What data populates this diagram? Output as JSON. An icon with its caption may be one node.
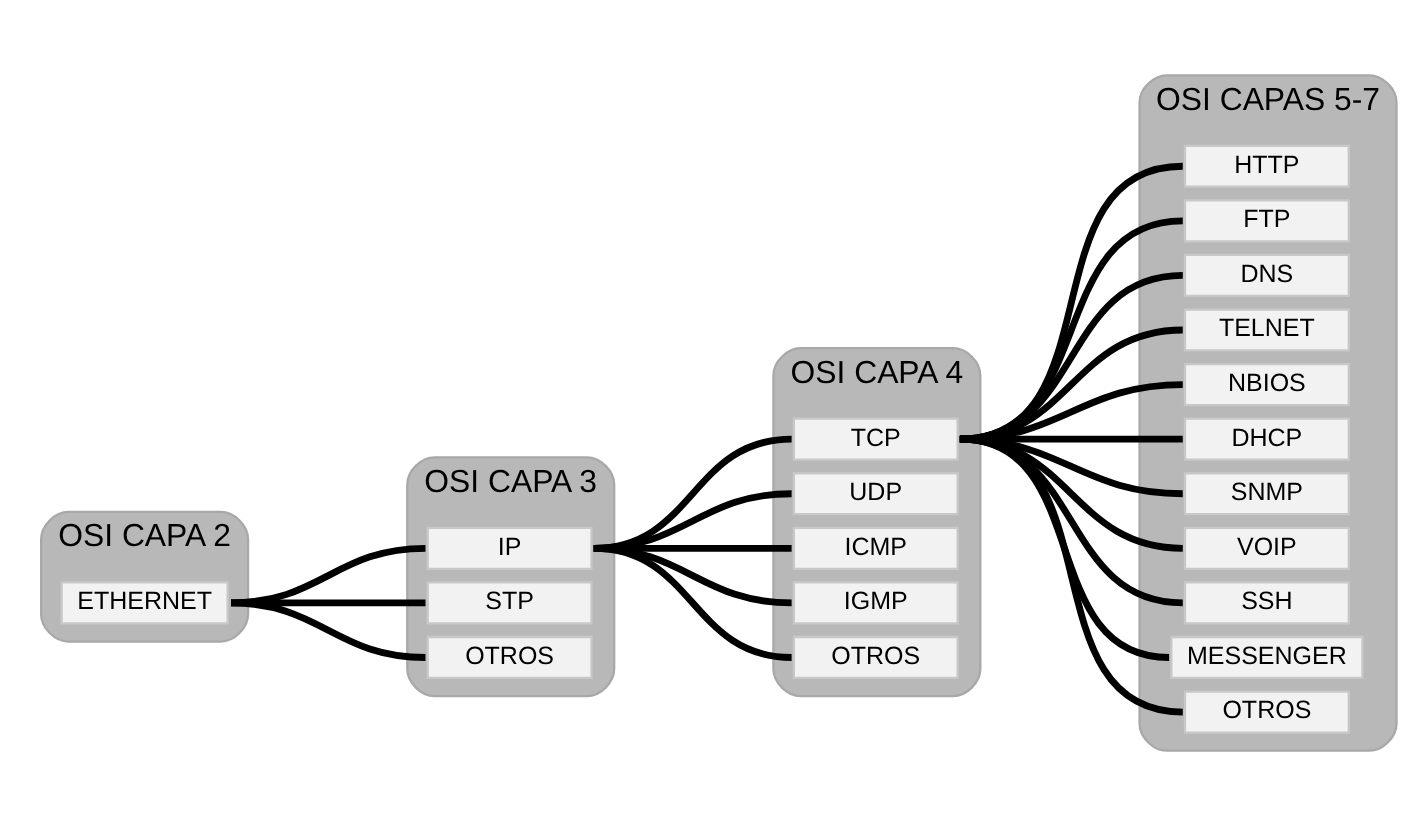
{
  "diagram": {
    "nodes": [
      {
        "text": [
          "OSI CAPA 2"
        ]
      },
      {
        "text": [
          "ETHERNET"
        ],
        "in": 0
      },
      {
        "text": [
          "OSI CAPA 3"
        ]
      },
      {
        "text": [
          "IP"
        ],
        "in": 2
      },
      {
        "text": [
          "STP"
        ],
        "in": 2
      },
      {
        "text": [
          "OTROS"
        ],
        "in": 2
      },
      {
        "text": [
          "OSI CAPA 4"
        ]
      },
      {
        "text": [
          "TCP"
        ],
        "in": 6
      },
      {
        "text": [
          "UDP"
        ],
        "in": 6
      },
      {
        "text": [
          "ICMP"
        ],
        "in": 6
      },
      {
        "text": [
          "IGMP"
        ],
        "in": 6
      },
      {
        "text": [
          "OTROS"
        ],
        "in": 6
      },
      {
        "text": [
          "OSI CAPAS 5-7"
        ]
      },
      {
        "text": [
          "HTTP"
        ],
        "in": 12
      },
      {
        "text": [
          "FTP"
        ],
        "in": 12
      },
      {
        "text": [
          "DNS"
        ],
        "in": 12
      },
      {
        "text": [
          "TELNET"
        ],
        "in": 12
      },
      {
        "text": [
          "NBIOS"
        ],
        "in": 12
      },
      {
        "text": [
          "DHCP"
        ],
        "in": 12
      },
      {
        "text": [
          "SNMP"
        ],
        "in": 12
      },
      {
        "text": [
          "VOIP"
        ],
        "in": 12
      },
      {
        "text": [
          "SSH"
        ],
        "in": 12
      },
      {
        "text": [
          "MESSENGER"
        ],
        "in": 12
      },
      {
        "text": [
          "OTROS"
        ],
        "in": 12
      }
    ],
    "edges": [
      {
        "from": 1,
        "to": 3,
        "arrow": "none"
      },
      {
        "from": 1,
        "to": 4,
        "arrow": "none"
      },
      {
        "from": 1,
        "to": 5,
        "arrow": "none"
      },
      {
        "from": 3,
        "to": 7,
        "arrow": "none"
      },
      {
        "from": 3,
        "to": 8,
        "arrow": "none"
      },
      {
        "from": 3,
        "to": 9,
        "arrow": "none"
      },
      {
        "from": 3,
        "to": 10,
        "arrow": "none"
      },
      {
        "from": 3,
        "to": 11,
        "arrow": "none"
      },
      {
        "from": 7,
        "to": 13,
        "arrow": "none"
      },
      {
        "from": 7,
        "to": 14,
        "arrow": "none"
      },
      {
        "from": 7,
        "to": 15,
        "arrow": "none"
      },
      {
        "from": 7,
        "to": 16,
        "arrow": "none"
      },
      {
        "from": 7,
        "to": 17,
        "arrow": "none"
      },
      {
        "from": 7,
        "to": 18,
        "arrow": "none"
      },
      {
        "from": 7,
        "to": 19,
        "arrow": "none"
      },
      {
        "from": 7,
        "to": 20,
        "arrow": "none"
      },
      {
        "from": 7,
        "to": 21,
        "arrow": "none"
      },
      {
        "from": 7,
        "to": 22,
        "arrow": "none"
      },
      {
        "from": 7,
        "to": 23,
        "arrow": "none"
      }
    ]
  }
}
